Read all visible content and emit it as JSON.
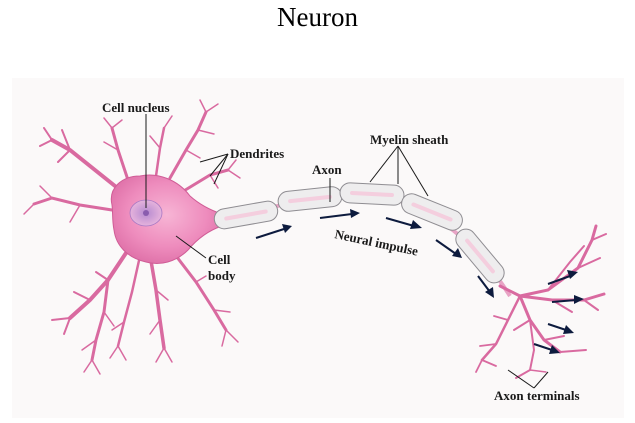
{
  "title": "Neuron",
  "labels": {
    "cell_nucleus": "Cell nucleus",
    "dendrites": "Dendrites",
    "axon": "Axon",
    "myelin_sheath": "Myelin sheath",
    "cell_body_line1": "Cell",
    "cell_body_line2": "body",
    "neural_impulse": "Neural impulse",
    "axon_terminals": "Axon terminals"
  },
  "colors": {
    "cell": "#ee8cbd",
    "cell_dark": "#d96aa0",
    "nucleus": "#c8a0d8",
    "sheath": "#eeedee",
    "arrow": "#0d1b3e"
  }
}
